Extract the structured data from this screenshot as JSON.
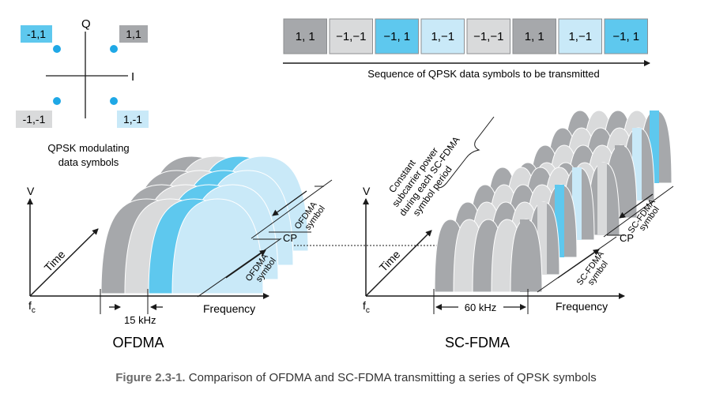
{
  "qpsk": {
    "q_label": "Q",
    "i_label": "I",
    "points": [
      "-1,1",
      "1,1",
      "-1,-1",
      "1,-1"
    ],
    "caption_line1": "QPSK modulating",
    "caption_line2": "data symbols"
  },
  "sequence": {
    "symbols": [
      "1, 1",
      "−1,−1",
      "−1, 1",
      "1,−1",
      "−1,−1",
      "1, 1",
      "1,−1",
      "−1, 1"
    ],
    "label": "Sequence of QPSK data symbols to be transmitted"
  },
  "ofdma": {
    "v_label": "V",
    "time_label": "Time",
    "fc_label": "f",
    "fc_sub": "c",
    "freq_label": "Frequency",
    "spacing_label": "15 kHz",
    "symbol_top_1": "OFDMA",
    "symbol_top_2": "symbol",
    "cp_label": "CP",
    "symbol_bottom_1": "OFDMA",
    "symbol_bottom_2": "symbol",
    "title": "OFDMA"
  },
  "scfdma": {
    "v_label": "V",
    "time_label": "Time",
    "fc_label": "f",
    "fc_sub": "c",
    "freq_label": "Frequency",
    "bandwidth_label": "60 kHz",
    "power_line1": "Constant",
    "power_line2": "subcarrier power",
    "power_line3": "during each SC-FDMA",
    "power_line4": "symbol period",
    "symbol_top_1": "SC-FDMA",
    "symbol_top_2": "symbol",
    "cp_label": "CP",
    "symbol_bottom_1": "SC-FDMA",
    "symbol_bottom_2": "symbol",
    "title": "SC-FDMA"
  },
  "caption": {
    "label": "Figure 2.3-1.",
    "text": "Comparison of OFDMA and SC-FDMA transmitting a series of QPSK symbols"
  },
  "colors": {
    "dark_gray": "#a6a8ab",
    "light_gray": "#d9dadb",
    "cyan": "#5ec8ee",
    "light_blue": "#c9e9f8",
    "axis": "#1a1a1a"
  }
}
